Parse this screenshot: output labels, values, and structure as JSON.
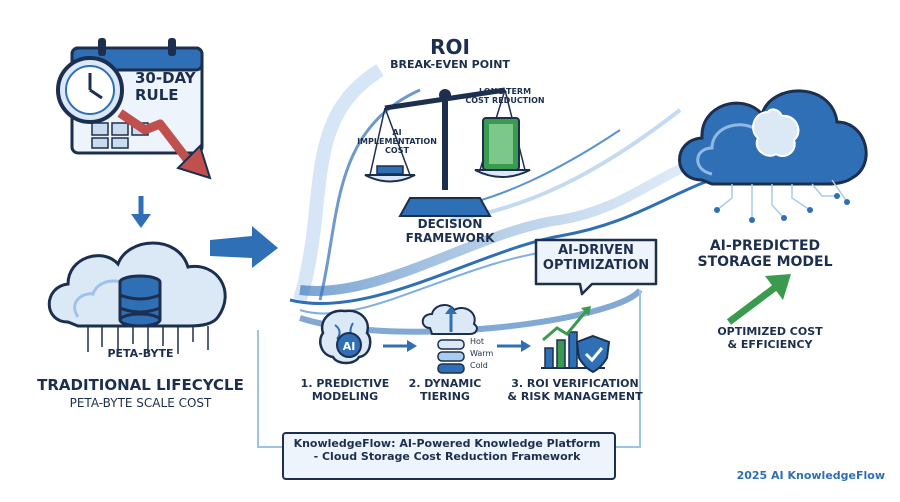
{
  "calendar": {
    "title": "30-DAY\nRULE"
  },
  "traditional": {
    "cloud_label": "PETA-BYTE",
    "title": "TRADITIONAL LIFECYCLE",
    "subtitle": "PETA-BYTE SCALE COST"
  },
  "roi": {
    "title": "ROI",
    "subtitle": "BREAK-EVEN POINT",
    "left_pan": "AI\nIMPLEMENTATION\nCOST",
    "right_pan": "LONG-TERM\nCOST REDUCTION",
    "decision": "DECISION\nFRAMEWORK"
  },
  "ai_driven": {
    "label": "AI-DRIVEN\nOPTIMIZATION"
  },
  "steps": [
    {
      "label": "1. PREDICTIVE\nMODELING",
      "icon": "brain-ai-icon"
    },
    {
      "label": "2. DYNAMIC\nTIERING",
      "icon": "tiered-storage-icon",
      "tiers": [
        "Hot",
        "Warm",
        "Cold"
      ]
    },
    {
      "label": "3. ROI VERIFICATION\n& RISK MANAGEMENT",
      "icon": "growth-chart-shield-icon"
    }
  ],
  "predicted": {
    "title": "AI-PREDICTED\nSTORAGE MODEL",
    "benefit": "OPTIMIZED COST\n& EFFICIENCY"
  },
  "footer": {
    "box_text": "KnowledgeFlow: AI-Powered Knowledge Platform\n- Cloud Storage Cost Reduction Framework",
    "copyright": "2025 AI KnowledgeFlow"
  },
  "colors": {
    "navy": "#1d2f4f",
    "blue": "#2f6fb6",
    "light_blue": "#a9cbec",
    "red": "#c0504d",
    "green": "#3a9b4f"
  }
}
